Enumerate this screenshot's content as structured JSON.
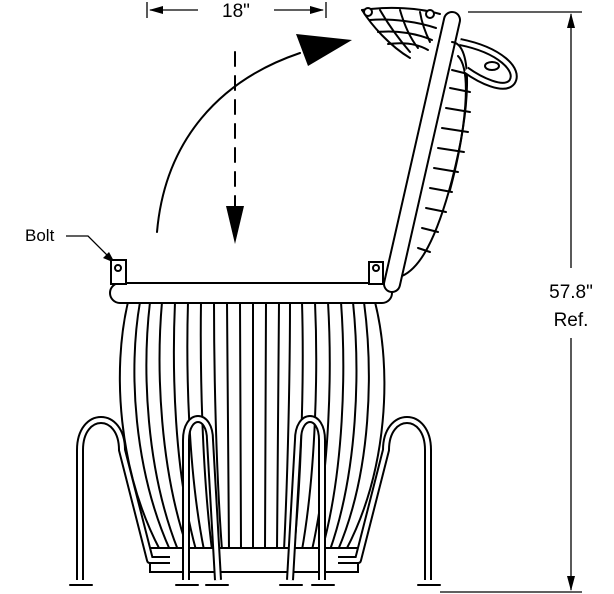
{
  "labels": {
    "width_dimension": "18\"",
    "height_dimension": "57.8\"",
    "height_ref": "Ref.",
    "bolt": "Bolt"
  }
}
